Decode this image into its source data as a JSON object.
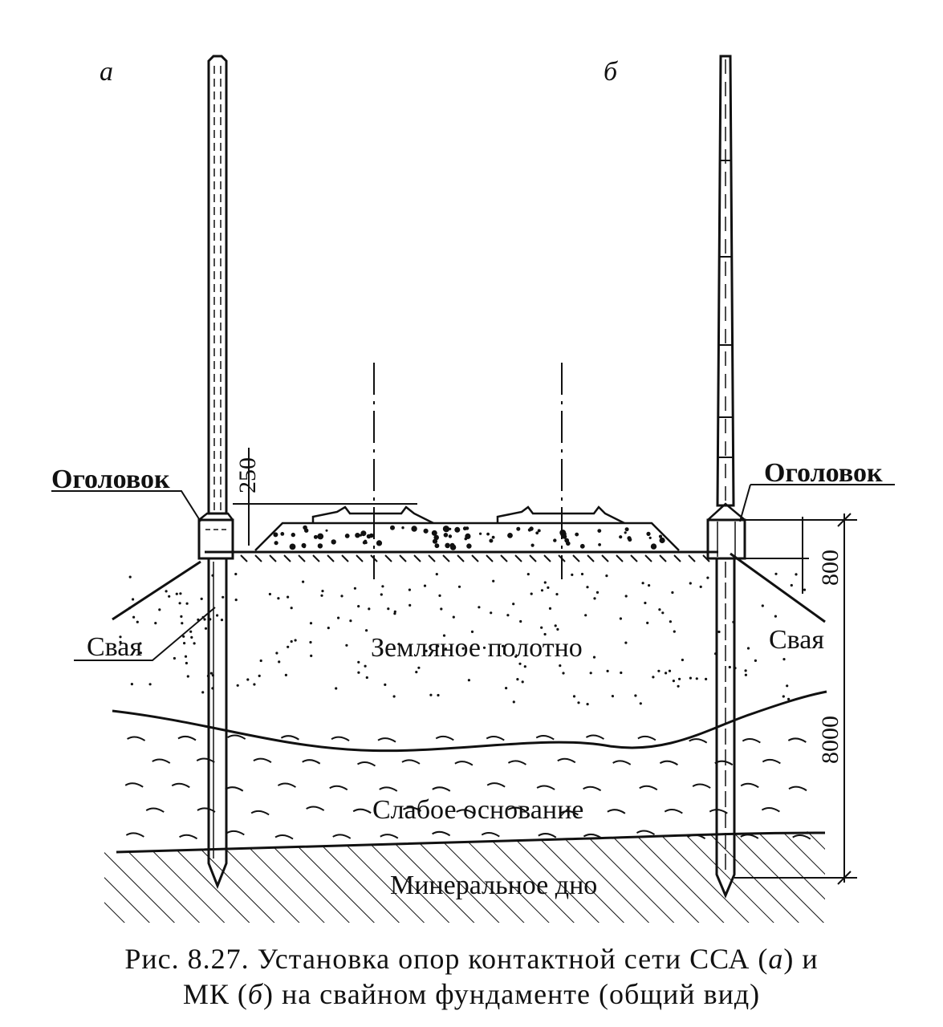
{
  "figure": {
    "panel_a": "а",
    "panel_b": "б",
    "head_left": "Оголовок",
    "head_right": "Оголовок",
    "pile_left": "Свая",
    "pile_right": "Свая",
    "dim_250": "250",
    "dim_800": "800",
    "dim_8000": "8000",
    "layer_embankment": "Земляное полотно",
    "layer_weak": "Слабое основание",
    "layer_mineral": "Минеральное дно"
  },
  "caption": {
    "line1_prefix": "Рис. 8.27. Установка опор контактной сети ССА (",
    "line1_a": "а",
    "line1_suffix": ") и",
    "line2_prefix": "МК (",
    "line2_b": "б",
    "line2_suffix": ") на свайном фундаменте (общий вид)"
  },
  "colors": {
    "ink": "#111111",
    "paper": "#ffffff"
  }
}
